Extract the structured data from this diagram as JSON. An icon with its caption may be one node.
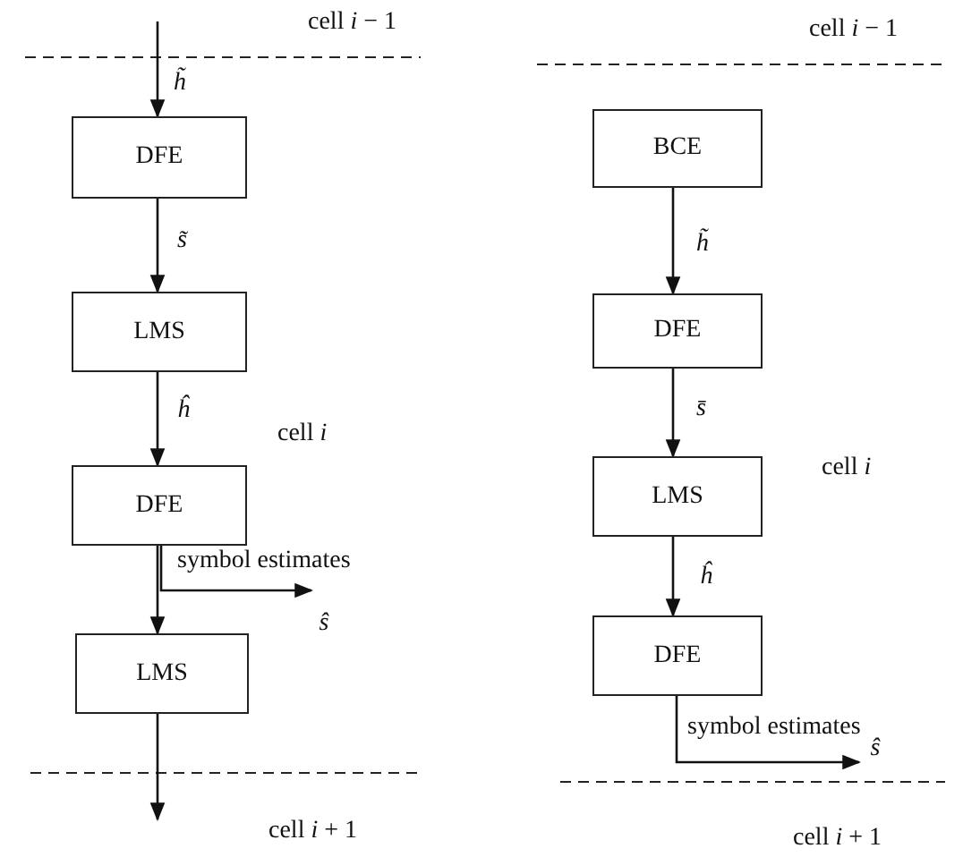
{
  "diagram": {
    "nodes": [
      {
        "text": [
          "DFE"
        ]
      },
      {
        "text": [
          "LMS"
        ]
      },
      {
        "text": [
          "DFE"
        ]
      },
      {
        "text": [
          "LMS"
        ]
      },
      {
        "text": [
          "BCE"
        ]
      },
      {
        "text": [
          "DFE"
        ]
      },
      {
        "text": [
          "LMS"
        ]
      },
      {
        "text": [
          "DFE"
        ]
      },
      {
        "text": [
          "ŝ"
        ]
      },
      {
        "text": [
          "ŝ"
        ]
      }
    ],
    "edges": [
      {
        "from": null,
        "to": 0,
        "arrow": "to",
        "label": "h̃"
      },
      {
        "from": 0,
        "to": 1,
        "arrow": "to",
        "label": "s̃"
      },
      {
        "from": 1,
        "to": 2,
        "arrow": "to",
        "label": "ĥ"
      },
      {
        "from": 2,
        "to": 3,
        "arrow": "to"
      },
      {
        "from": 2,
        "to": 8,
        "arrow": "to",
        "label": "symbol estimates"
      },
      {
        "from": 3,
        "to": null,
        "arrow": "to"
      },
      {
        "from": 4,
        "to": 5,
        "arrow": "to",
        "label": "h̃"
      },
      {
        "from": 5,
        "to": 6,
        "arrow": "to",
        "label": "s̄"
      },
      {
        "from": 6,
        "to": 7,
        "arrow": "to",
        "label": "ĥ"
      },
      {
        "from": 7,
        "to": 9,
        "arrow": "to",
        "label": "symbol estimates"
      }
    ],
    "labels": [
      "cell *i* − 1",
      "cell *i* − 1",
      "cell *i*",
      "cell *i*",
      "cell *i* + 1",
      "cell *i* + 1"
    ]
  }
}
